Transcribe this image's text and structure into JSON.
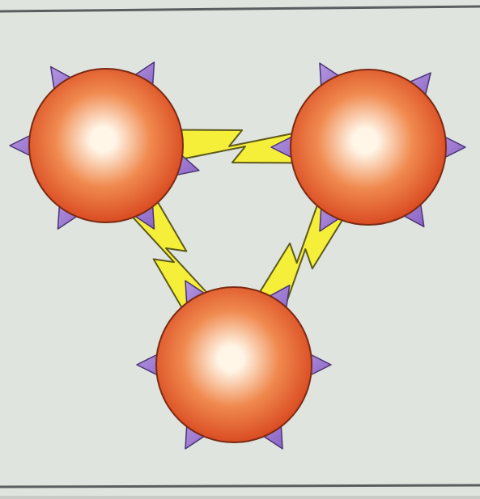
{
  "figure": {
    "ball_count": 3,
    "bond_count": 3,
    "spikes_per_ball": 6
  },
  "colors": {
    "paper": "#dfe4df",
    "paper_shadow": "#b9bdb6",
    "frame_line": "#5a5e5f",
    "ball_highlight": "#fff6e8",
    "ball_mid": "#f08a4f",
    "ball_edge": "#d8461f",
    "ball_outline": "#7a2a12",
    "spike": "#8a63c2",
    "spike_light": "#b597e2",
    "spike_outline": "#4a3474",
    "bond": "#f5ef3a",
    "bond_outline": "#5e5a1c"
  },
  "icons": {
    "ball": "orange-sphere-icon",
    "spike": "purple-triangle-icon",
    "bond": "yellow-zigzag-bond-icon"
  }
}
